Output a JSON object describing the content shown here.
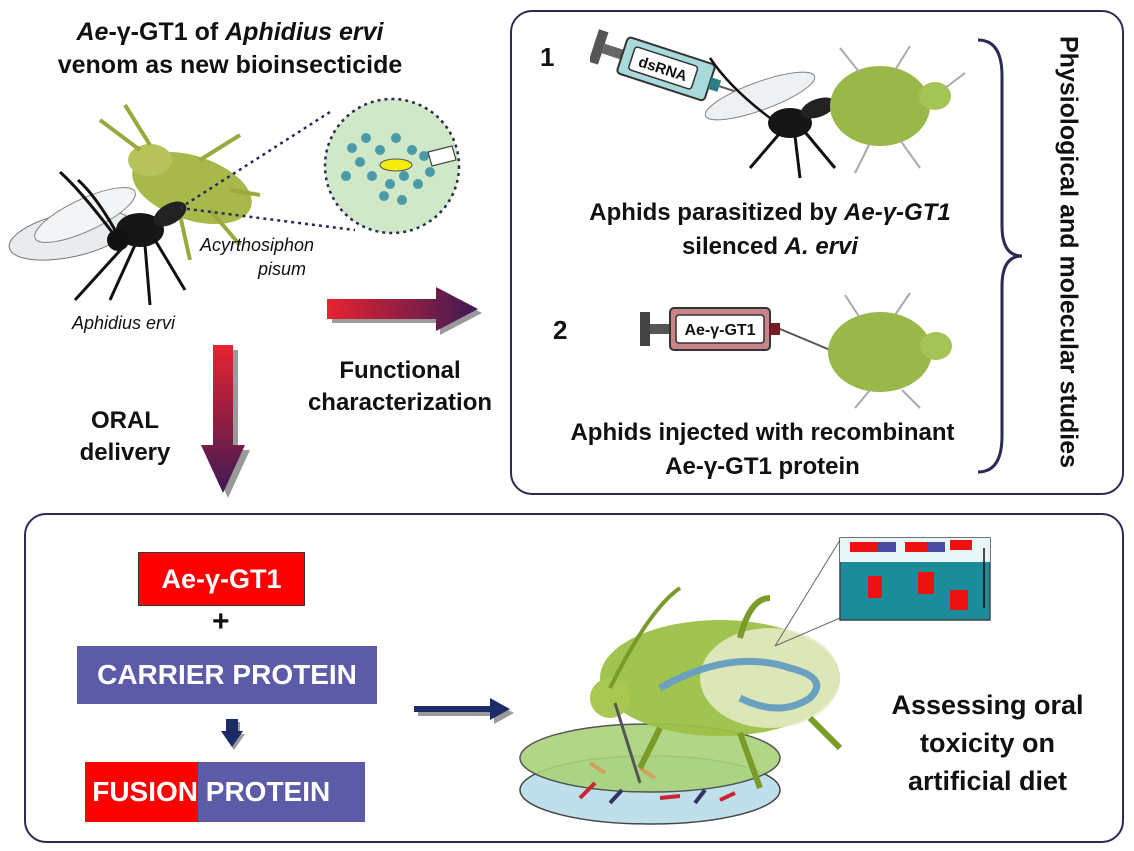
{
  "title": {
    "line1_italic": "Ae",
    "line1_rest": "-γ-GT1 of ",
    "line1_species": "Aphidius ervi",
    "line2": "venom as new bioinsecticide"
  },
  "species_labels": {
    "aphid_line1": "Acyrthosiphon",
    "aphid_line2": "pisum",
    "wasp": "Aphidius ervi"
  },
  "arrows": {
    "functional_line1": "Functional",
    "functional_line2": "characterization",
    "oral_line1": "ORAL",
    "oral_line2": "delivery"
  },
  "panel_top": {
    "item1": {
      "number": "1",
      "syringe_label": "dsRNA",
      "caption_a": "Aphids parasitized by ",
      "caption_italic": "Ae-γ-GT1",
      "caption_b": "silenced ",
      "caption_b_italic": "A. ervi"
    },
    "item2": {
      "number": "2",
      "syringe_label": "Ae-γ-GT1",
      "caption_line1": "Aphids injected with recombinant",
      "caption_line2": "Ae-γ-GT1 protein"
    },
    "side_label": "Physiological and molecular studies"
  },
  "panel_bottom": {
    "gene_box": "Ae-γ-GT1",
    "plus": "+",
    "carrier_box": "CARRIER PROTEIN",
    "fusion_red": "FUSION",
    "fusion_blue": " PROTEIN",
    "result_line1": "Assessing oral",
    "result_line2": "toxicity on",
    "result_line3": "artificial diet"
  },
  "colors": {
    "frame": "#2b2a55",
    "red": "#ff0000",
    "blue_box": "#5b5ba8",
    "arrow_dark": "#3d1a55",
    "arrow_red": "#e8232f",
    "aphid_green": "#9ab84a"
  }
}
